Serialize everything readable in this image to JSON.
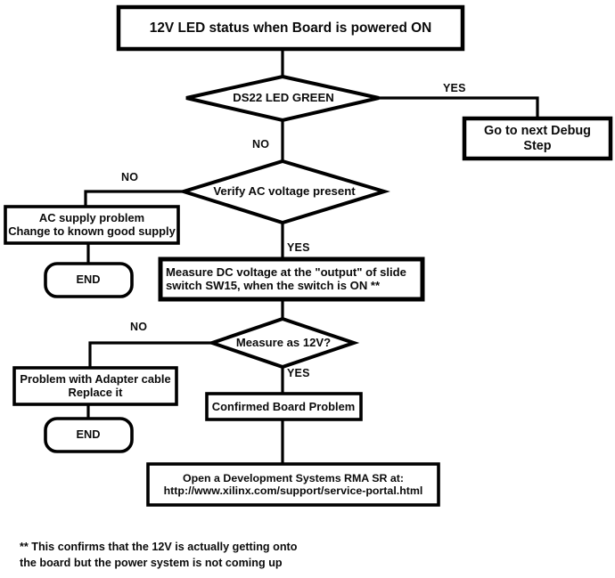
{
  "diagram": {
    "title": "12V LED status when Board is powered ON",
    "type": "flowchart",
    "nodes": {
      "title_box": {
        "label": "12V LED status when Board is powered ON",
        "shape": "process"
      },
      "decision_ds22": {
        "label": "DS22 LED GREEN",
        "shape": "decision"
      },
      "next_debug_step": {
        "label": "Go to next Debug\nStep",
        "shape": "process"
      },
      "decision_ac": {
        "label": "Verify AC voltage present",
        "shape": "decision"
      },
      "ac_supply_problem": {
        "label": "AC supply problem\nChange to known good supply",
        "shape": "process"
      },
      "end_1": {
        "label": "END",
        "shape": "terminator"
      },
      "measure_dc": {
        "label": "Measure DC voltage at the \"output\" of slide\nswitch  SW15, when the switch is ON **",
        "shape": "process"
      },
      "decision_12v": {
        "label": "Measure as 12V?",
        "shape": "decision"
      },
      "adapter_problem": {
        "label": "Problem with Adapter cable\nReplace it",
        "shape": "process"
      },
      "end_2": {
        "label": "END",
        "shape": "terminator"
      },
      "confirmed_board_problem": {
        "label": "Confirmed Board Problem",
        "shape": "process"
      },
      "rma_sr": {
        "label": "Open a Development Systems RMA SR at:\nhttp://www.xilinx.com/support/service-portal.html",
        "shape": "process"
      }
    },
    "edge_labels": {
      "ds22_yes": "YES",
      "ds22_no": "NO",
      "ac_no": "NO",
      "ac_yes": "YES",
      "twelve_v_no": "NO",
      "twelve_v_yes": "YES"
    },
    "footnote": "**  This confirms that the 12V is actually getting onto\n      the board but the power system is not coming up",
    "colors": {
      "stroke": "#000000",
      "fill": "#ffffff",
      "text": "#0b0b0b",
      "background": "#ffffff"
    }
  }
}
